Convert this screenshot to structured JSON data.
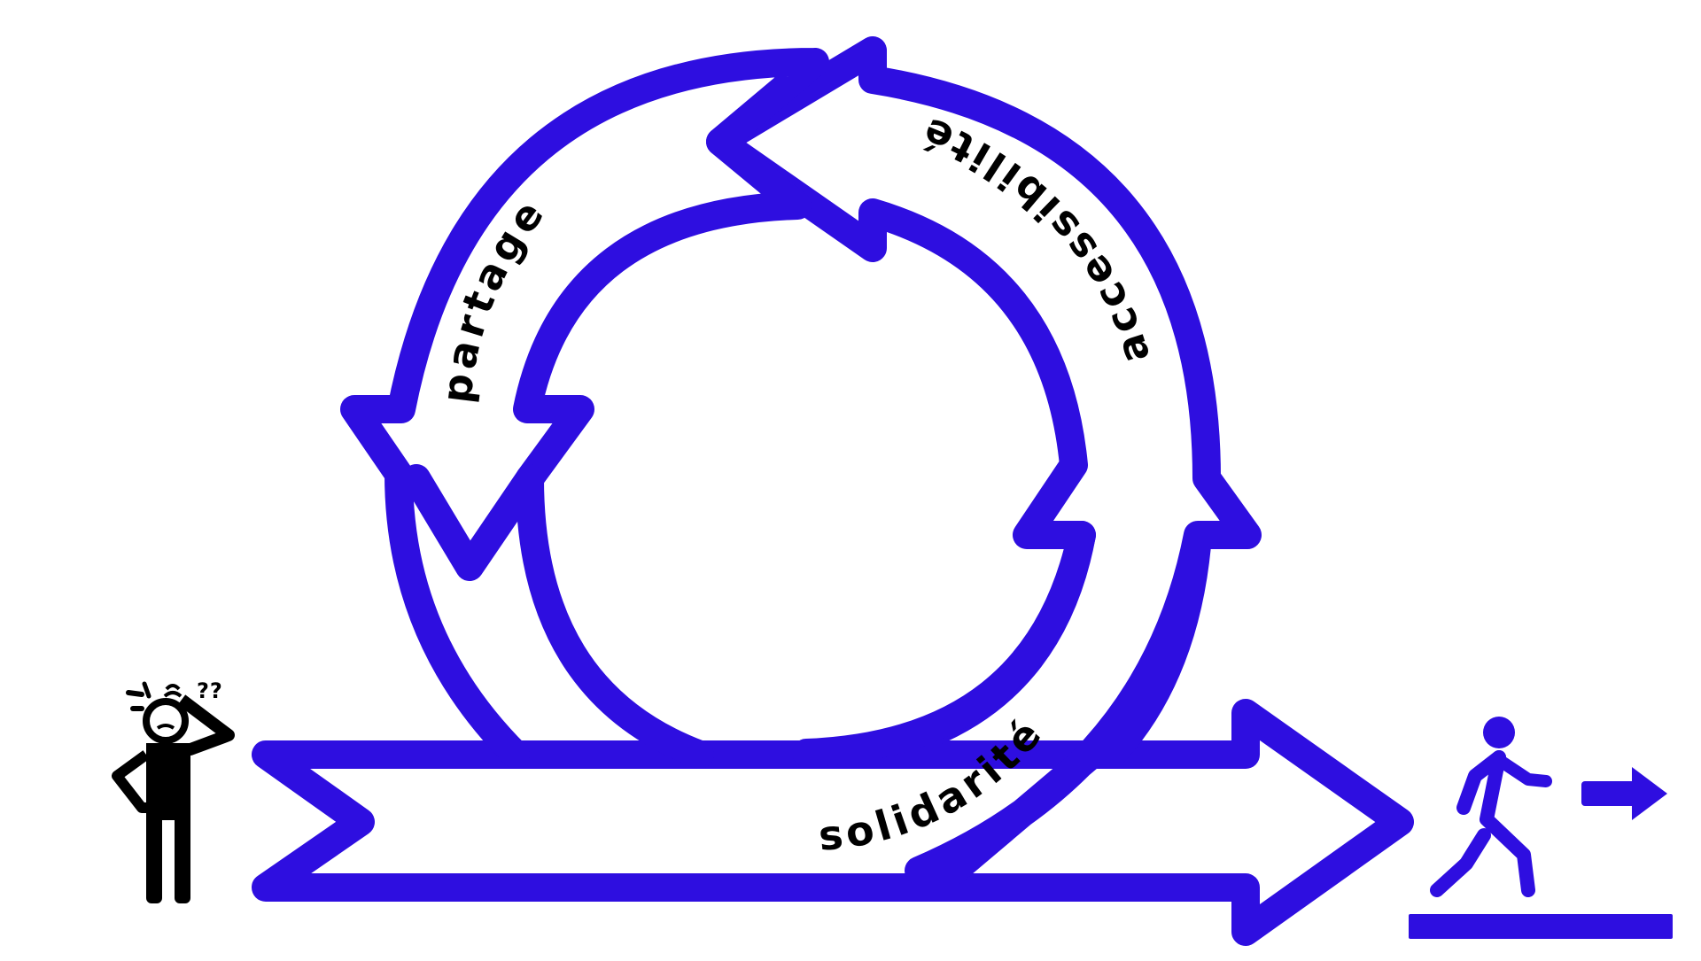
{
  "labels": {
    "partage": "partage",
    "accessibilite": "accessibilité",
    "solidarite": "solidarité",
    "confusion_marks": "??"
  },
  "colors": {
    "accent": "#2e0ee0",
    "figure": "#000000",
    "background": "#ffffff"
  },
  "icons": [
    "confused-person-icon",
    "running-exit-person-icon"
  ]
}
